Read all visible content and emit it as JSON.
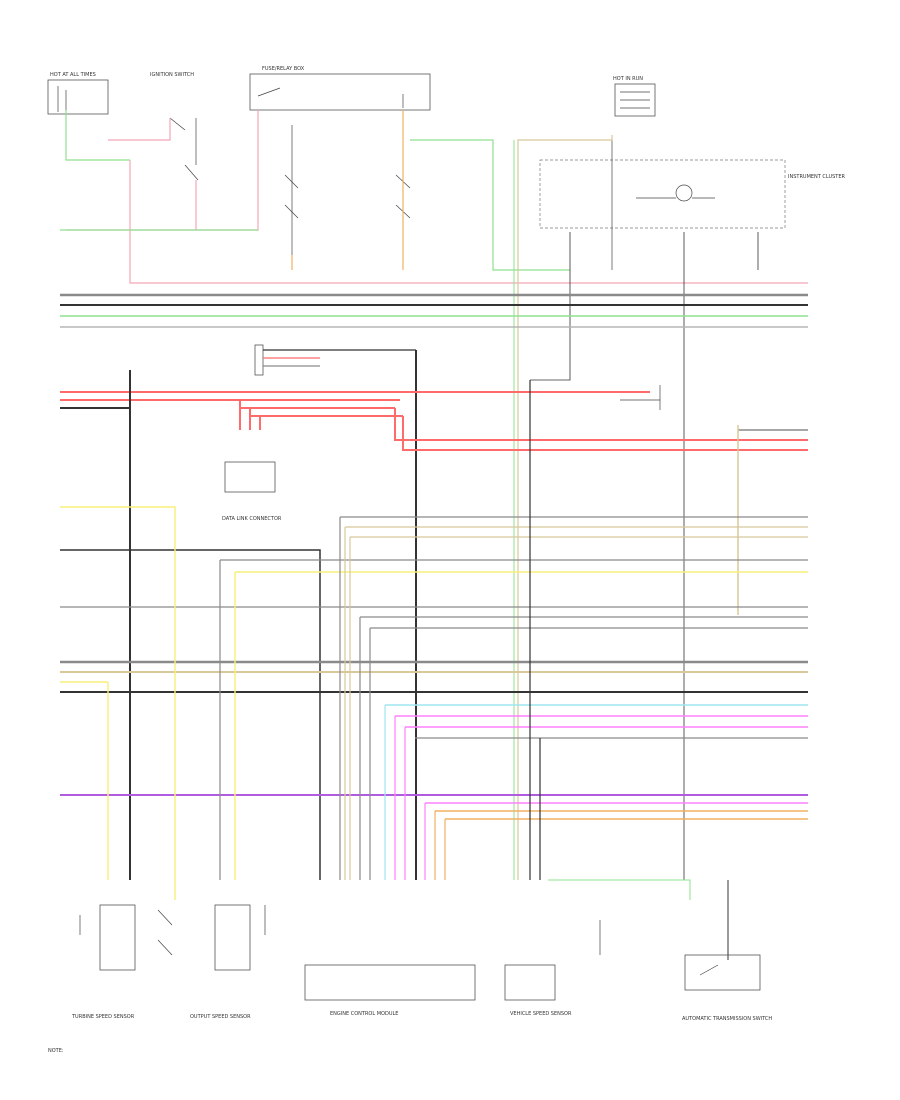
{
  "legend_note": "NOTE:",
  "colors": {
    "black": "#333333",
    "gray": "#8a8a8a",
    "lightgray": "#b5b5b5",
    "green": "#8fe08f",
    "red": "#ff6b6b",
    "pink": "#f3a6b8",
    "yellow": "#f7f07a",
    "tan": "#d8c89a",
    "orange": "#f0b060",
    "violet": "#b05ce0",
    "magenta": "#ff80ff",
    "cyan": "#9fe6f0"
  },
  "components": [
    {
      "id": "tl-box",
      "label": "HOT AT ALL TIMES"
    },
    {
      "id": "ign-switch",
      "label": "IGNITION SWITCH"
    },
    {
      "id": "fuse-box-top",
      "label": "FUSE/RELAY BOX"
    },
    {
      "id": "hot-box-right",
      "label": "HOT IN RUN"
    },
    {
      "id": "dashed-cluster",
      "label": "INSTRUMENT CLUSTER"
    },
    {
      "id": "mid-connector",
      "label": "DATA LINK CONNECTOR"
    },
    {
      "id": "ecm",
      "label": "ENGINE CONTROL MODULE"
    },
    {
      "id": "speed-sensor",
      "label": "VEHICLE SPEED SENSOR"
    },
    {
      "id": "trans-sw",
      "label": "AUTOMATIC TRANSMISSION SWITCH"
    },
    {
      "id": "sensor-a",
      "label": "TURBINE SPEED SENSOR"
    },
    {
      "id": "sensor-b",
      "label": "OUTPUT SPEED SENSOR"
    }
  ]
}
